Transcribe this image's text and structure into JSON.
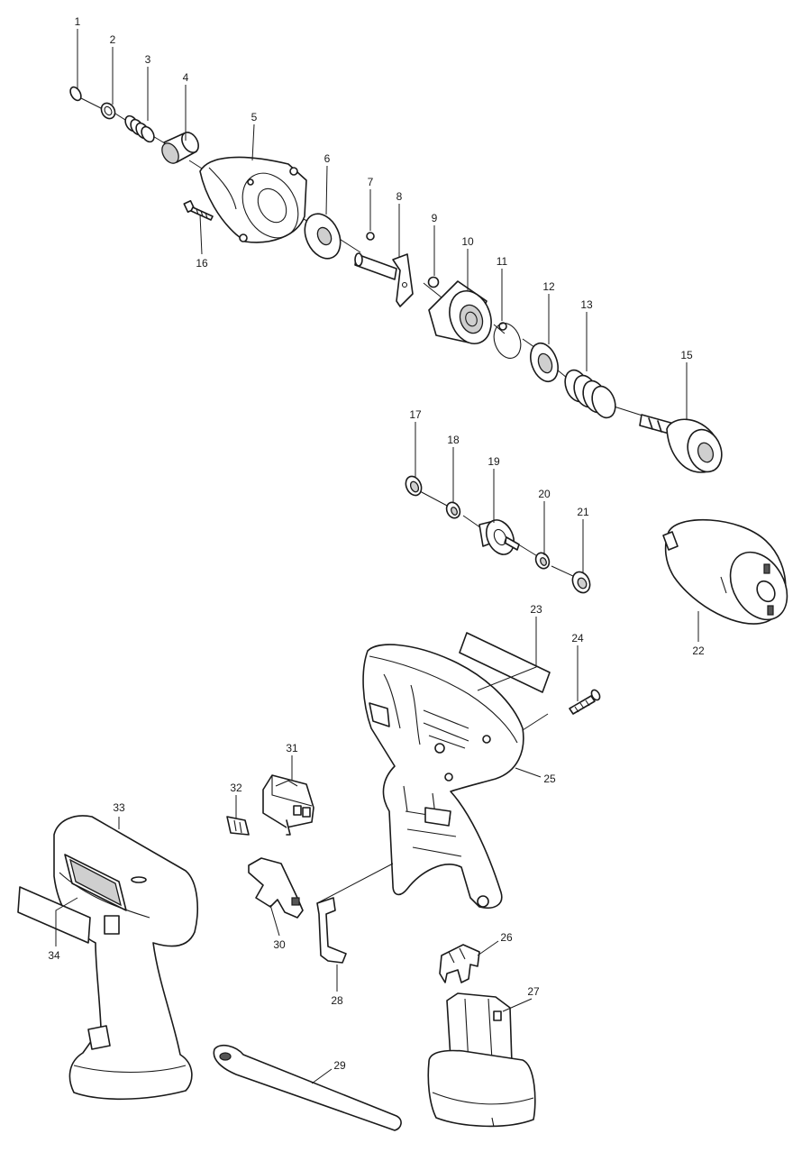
{
  "callouts": [
    {
      "id": "1",
      "label": "1"
    },
    {
      "id": "2",
      "label": "2"
    },
    {
      "id": "3",
      "label": "3"
    },
    {
      "id": "4",
      "label": "4"
    },
    {
      "id": "5",
      "label": "5"
    },
    {
      "id": "6",
      "label": "6"
    },
    {
      "id": "7",
      "label": "7"
    },
    {
      "id": "8",
      "label": "8"
    },
    {
      "id": "9",
      "label": "9"
    },
    {
      "id": "10",
      "label": "10"
    },
    {
      "id": "11",
      "label": "11"
    },
    {
      "id": "12",
      "label": "12"
    },
    {
      "id": "13",
      "label": "13"
    },
    {
      "id": "15",
      "label": "15"
    },
    {
      "id": "16",
      "label": "16"
    },
    {
      "id": "17",
      "label": "17"
    },
    {
      "id": "18",
      "label": "18"
    },
    {
      "id": "19",
      "label": "19"
    },
    {
      "id": "20",
      "label": "20"
    },
    {
      "id": "21",
      "label": "21"
    },
    {
      "id": "22",
      "label": "22"
    },
    {
      "id": "23",
      "label": "23"
    },
    {
      "id": "24",
      "label": "24"
    },
    {
      "id": "25",
      "label": "25"
    },
    {
      "id": "26",
      "label": "26"
    },
    {
      "id": "27",
      "label": "27"
    },
    {
      "id": "28",
      "label": "28"
    },
    {
      "id": "29",
      "label": "29"
    },
    {
      "id": "30",
      "label": "30"
    },
    {
      "id": "31",
      "label": "31"
    },
    {
      "id": "32",
      "label": "32"
    },
    {
      "id": "33",
      "label": "33"
    },
    {
      "id": "34",
      "label": "34"
    }
  ]
}
